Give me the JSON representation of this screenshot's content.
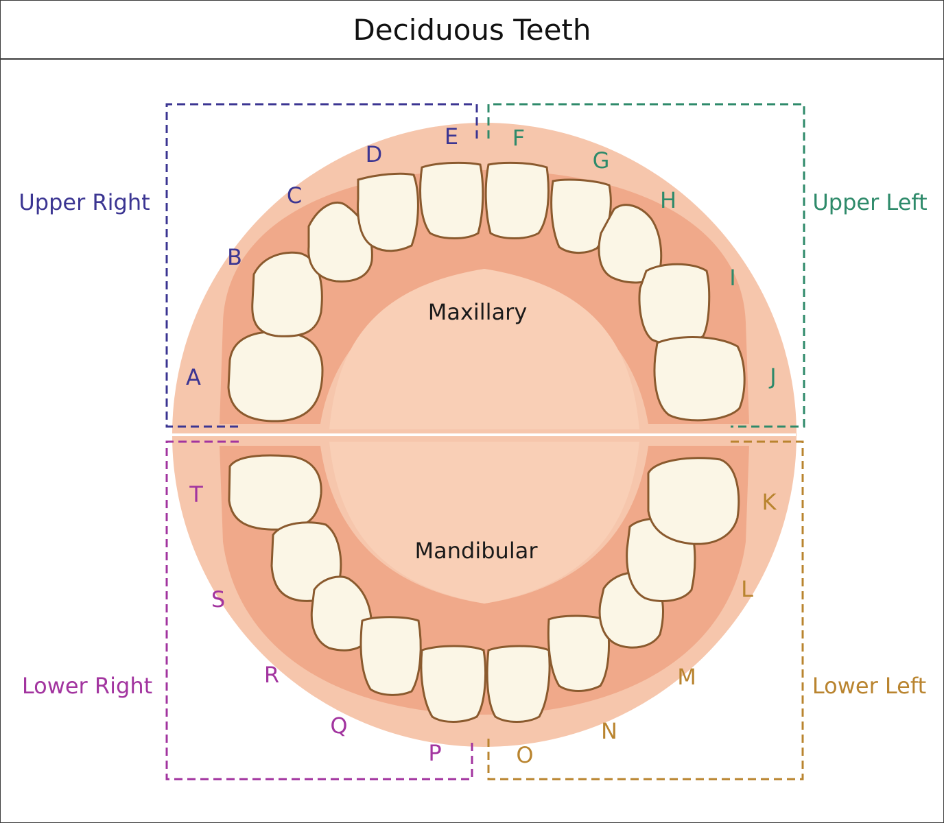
{
  "title": "Deciduous Teeth",
  "colors": {
    "upper_right": "#3b3592",
    "upper_left": "#2e8a6a",
    "lower_right": "#a2349f",
    "lower_left": "#b9842f",
    "gum_outer": "#f6c6ac",
    "gum_inner": "#f0a98a",
    "palate": "#f9cfb6",
    "tooth_fill": "#fbf6e6",
    "tooth_stroke": "#8a5a2e"
  },
  "arches": {
    "maxillary": "Maxillary",
    "mandibular": "Mandibular"
  },
  "quadrants": {
    "upper_right": "Upper Right",
    "upper_left": "Upper Left",
    "lower_right": "Lower Right",
    "lower_left": "Lower Left"
  },
  "teeth": {
    "A": "A",
    "B": "B",
    "C": "C",
    "D": "D",
    "E": "E",
    "F": "F",
    "G": "G",
    "H": "H",
    "I": "I",
    "J": "J",
    "K": "K",
    "L": "L",
    "M": "M",
    "N": "N",
    "O": "O",
    "P": "P",
    "Q": "Q",
    "R": "R",
    "S": "S",
    "T": "T"
  }
}
